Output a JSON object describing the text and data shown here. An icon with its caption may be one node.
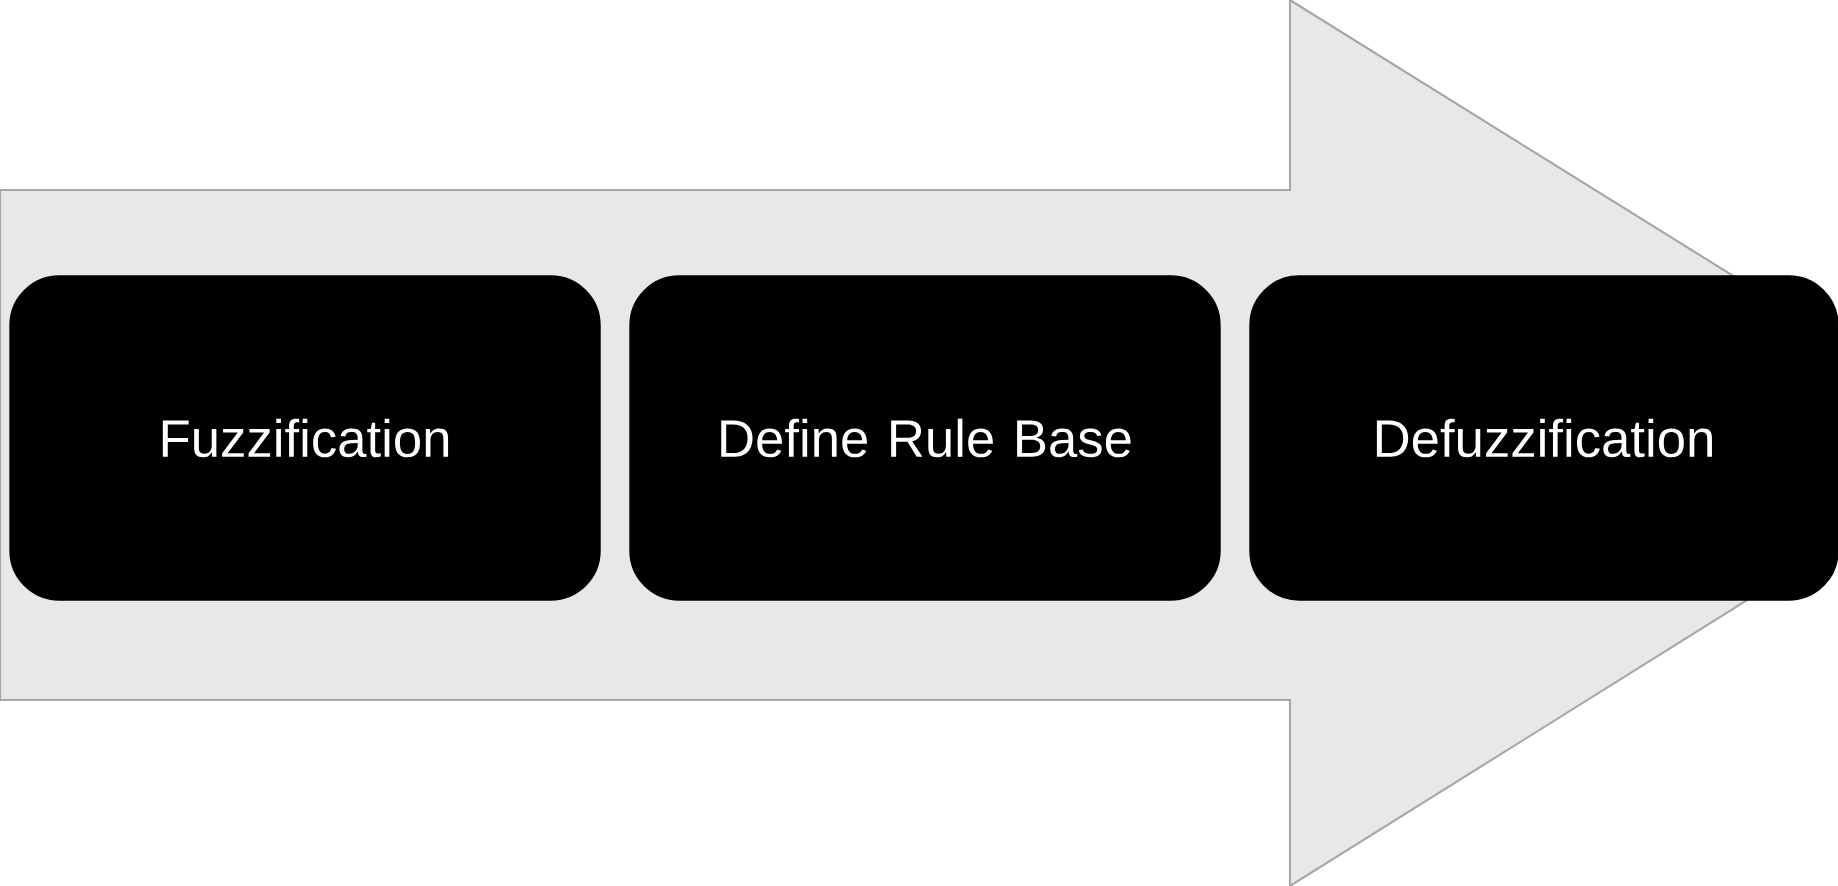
{
  "diagram": {
    "nodes": [
      {
        "text": [
          "Fuzzification"
        ]
      },
      {
        "text": [
          "Define Rule Base"
        ]
      },
      {
        "text": [
          "Defuzzification"
        ]
      }
    ]
  }
}
